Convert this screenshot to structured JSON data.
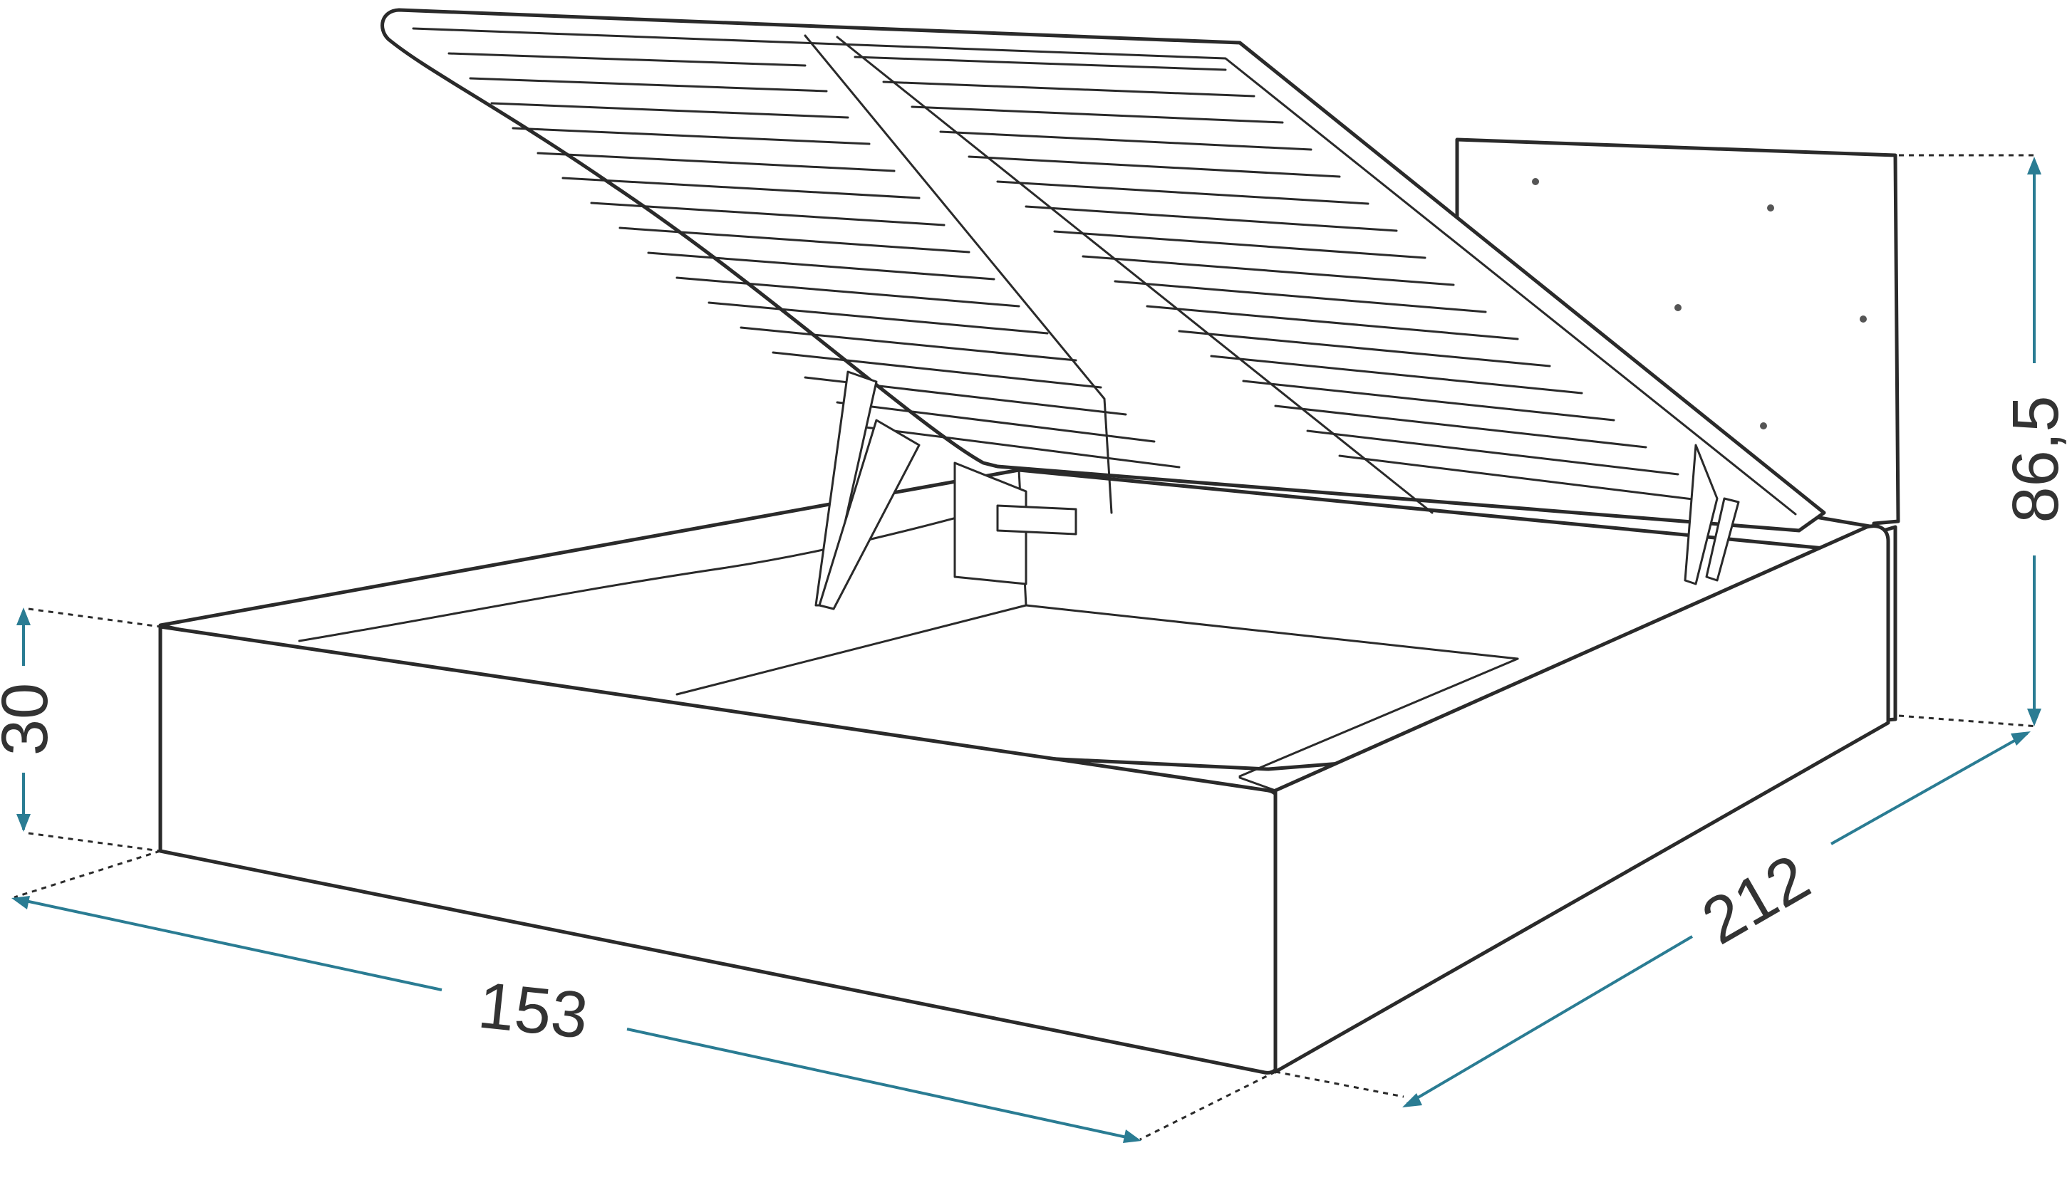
{
  "dimensions": {
    "width": "153",
    "length": "212",
    "headboard_height": "86,5",
    "base_height": "30"
  },
  "colors": {
    "outline": "#2a2a2a",
    "dimension_line": "#2a7c93",
    "dimension_text": "#333333",
    "background": "#ffffff"
  }
}
